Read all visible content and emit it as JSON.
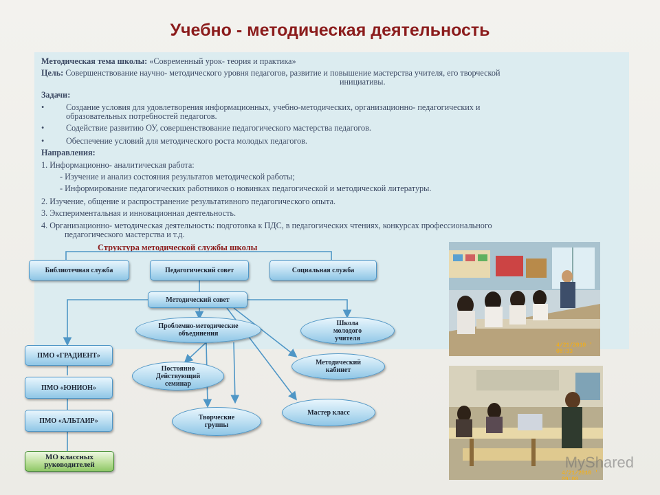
{
  "title": "Учебно - методическая деятельность",
  "theme": {
    "label": "Методическая тема школы:",
    "value": " «Современный урок- теория и практика»"
  },
  "goal": {
    "label": "Цель:",
    "line1": " Совершенствование научно- методического уровня педагогов, развитие и повышение мастерства учителя, его творческой",
    "line2": "инициативы."
  },
  "tasks": {
    "label": "Задачи:",
    "items": [
      {
        "l1": "Создание условия для удовлетворения информационных, учебно-методических, организационно- педагогических и",
        "l2": "образовательных потребностей педагогов."
      },
      {
        "l1": "Содействие развитию ОУ, совершенствование педагогического мастерства педагогов.",
        "l2": ""
      },
      {
        "l1": "Обеспечение условий для методического роста молодых педагогов.",
        "l2": ""
      }
    ]
  },
  "directions": {
    "label": "Направления:",
    "d1": "1. Информационно- аналитическая работа:",
    "d1a": "- Изучение и анализ состояния результатов методической работы;",
    "d1b": "- Информирование педагогических работников о новинках педагогической и методической литературы.",
    "d2": " 2. Изучение, общение и распространение результативного педагогического опыта.",
    "d3": " 3. Экспериментальная и инновационная деятельность.",
    "d4a": " 4. Организационно- методическая деятельность: подготовка к ПДС, в педагогических чтениях, конкурсах профессионального",
    "d4b": "педагогического мастерства и т.д."
  },
  "structure_title": "Структура методической службы школы",
  "nodes": {
    "library": "Библиотечная служба",
    "pedsovet": "Педагогический совет",
    "social": "Социальная служба",
    "metodsovet": "Методический совет",
    "problem": "Проблемно-методические объединения",
    "young": "Школа молодого учителя",
    "pmo1": "ПМО «ГРАДИЕНТ»",
    "pmo2": "ПМО «ЮНИОН»",
    "pmo3": "ПМО «АЛЬТАИР»",
    "mo": "МО классных руководителей",
    "seminar": "Постоянно Действующий семинар",
    "cabinet": "Методический кабинет",
    "creative": "Творческие группы",
    "master": "Мастер класс"
  },
  "photo1_stamp": "4/21/2010 ' 08:33",
  "photo2_stamp": "4/21/2010 ' 09:08",
  "watermark": "MyShared"
}
